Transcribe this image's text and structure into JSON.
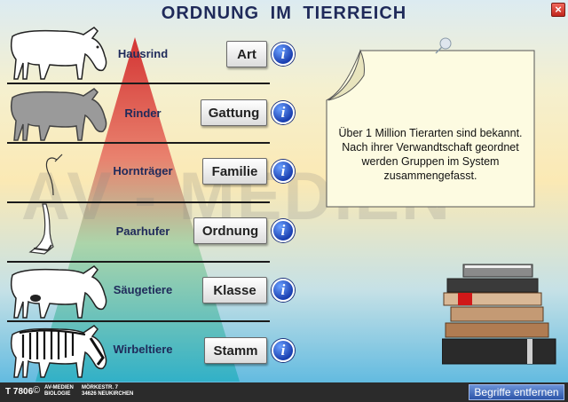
{
  "title": "ORDNUNG IM TIERREICH",
  "watermark": "AV - MEDIEN",
  "levels": [
    {
      "label": "Hausrind",
      "rank": "Art"
    },
    {
      "label": "Rinder",
      "rank": "Gattung"
    },
    {
      "label": "Hornträger",
      "rank": "Familie"
    },
    {
      "label": "Paarhufer",
      "rank": "Ordnung"
    },
    {
      "label": "Säugetiere",
      "rank": "Klasse"
    },
    {
      "label": "Wirbeltiere",
      "rank": "Stamm"
    }
  ],
  "info_glyph": "i",
  "close_glyph": "×",
  "note": {
    "line1": "Über 1 Million Tierarten sind bekannt.",
    "line2": "Nach ihrer Verwandtschaft geordnet werden Gruppen im System zusammengefasst."
  },
  "footer": {
    "code": "T 7806",
    "copyright": "©",
    "company_line1": "AV-MEDIEN",
    "company_line2": "BIOLOGIE",
    "address_line1": "MÖRKESTR. 7",
    "address_line2": "34626  NEUKIRCHEN",
    "remove_button": "Begriffe entfernen"
  },
  "colors": {
    "pyramid_top": "#d22a2a",
    "pyramid_bottom": "#40b4c8",
    "title": "#1f2a5a",
    "info_button": "#1a3fb0"
  }
}
